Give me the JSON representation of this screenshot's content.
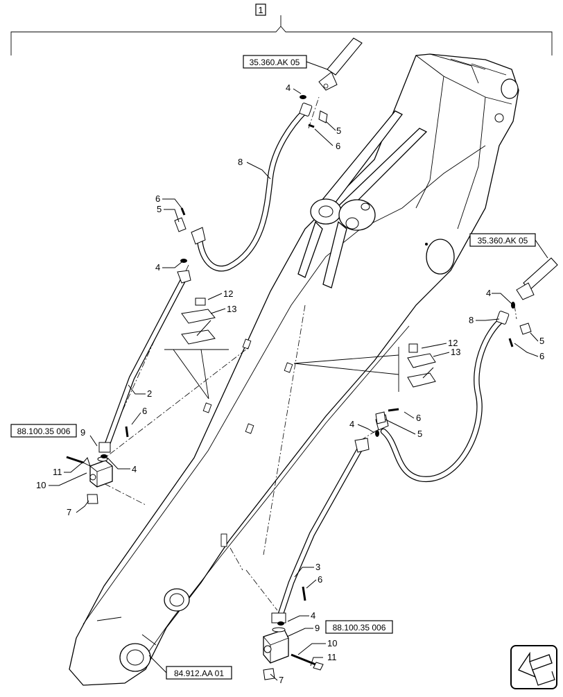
{
  "figure_id": "1",
  "reference_boxes": {
    "hose_top_left": "35.360.AK 05",
    "hose_right": "35.360.AK 05",
    "valve_left": "88.100.35 006",
    "valve_bottom": "88.100.35 006",
    "boom_end": "84.912.AA 01"
  },
  "callouts": {
    "c2": "2",
    "c3": "3",
    "c4_a": "4",
    "c4_b": "4",
    "c4_c": "4",
    "c4_d": "4",
    "c4_e": "4",
    "c4_f": "4",
    "c5_a": "5",
    "c5_b": "5",
    "c5_c": "5",
    "c5_d": "5",
    "c6_a": "6",
    "c6_b": "6",
    "c6_c": "6",
    "c6_d": "6",
    "c6_e": "6",
    "c6_f": "6",
    "c7_a": "7",
    "c7_b": "7",
    "c8_a": "8",
    "c8_b": "8",
    "c9_a": "9",
    "c9_b": "9",
    "c10_a": "10",
    "c10_b": "10",
    "c11_a": "11",
    "c11_b": "11",
    "c12_a": "12",
    "c12_b": "12",
    "c13_a": "13",
    "c13_b": "13"
  },
  "nav_icon": "arrow-left-icon"
}
